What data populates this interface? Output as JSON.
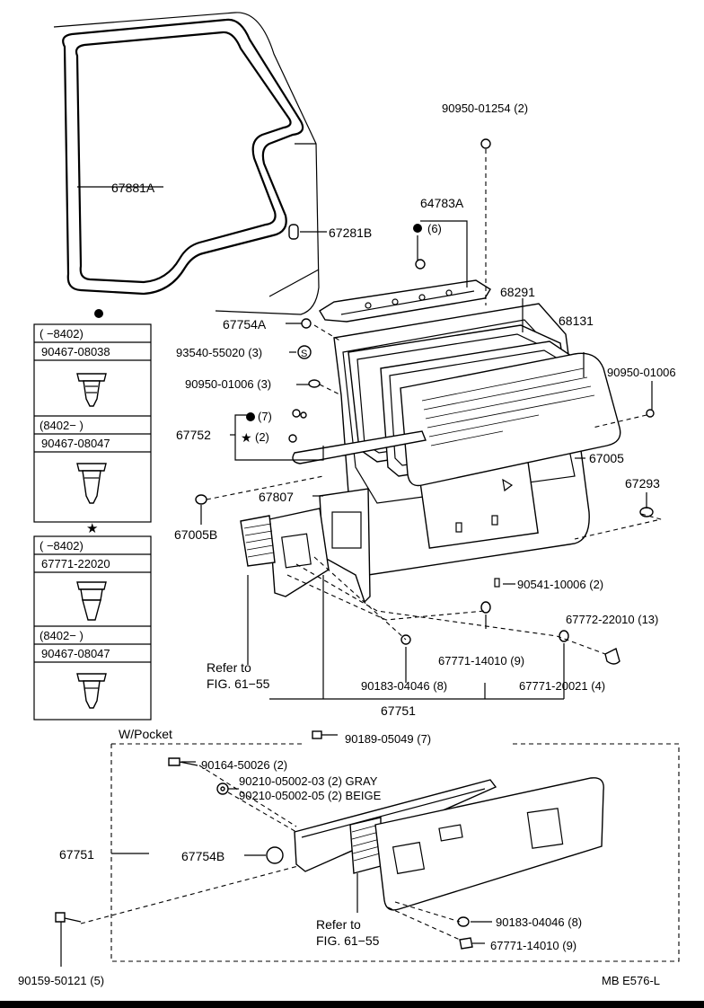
{
  "parts": {
    "p67881a": "67881A",
    "p67281b": "67281B",
    "p90950_01254": "90950-01254 (2)",
    "p64783a": "64783A",
    "p64783a_qty": "(6)",
    "p68291": "68291",
    "p68131": "68131",
    "p67754a": "67754A",
    "p93540": "93540-55020 (3)",
    "p90950_01006_l": "90950-01006 (3)",
    "p90950_01006_r": "90950-01006",
    "p67752": "67752",
    "p67752_q1": "(7)",
    "p67752_q2": "(2)",
    "p67005": "67005",
    "p67293": "67293",
    "p67807": "67807",
    "p67005b": "67005B",
    "p90541": "90541-10006 (2)",
    "p67772": "67772-22010 (13)",
    "p67771_14010": "67771-14010 (9)",
    "p90183": "90183-04046 (8)",
    "p67771_20021": "67771-20021 (4)",
    "p67751": "67751",
    "refer1a": "Refer to",
    "refer1b": "FIG. 61−55",
    "wpocket": "W/Pocket",
    "p90189": "90189-05049 (7)",
    "p90164": "90164-50026 (2)",
    "p90210_03": "90210-05002-03 (2) GRAY",
    "p90210_05": "90210-05002-05 (2) BEIGE",
    "p67751_b": "67751",
    "p67754b": "67754B",
    "refer2a": "Refer to",
    "refer2b": "FIG. 61−55",
    "p90183_b": "90183-04046 (8)",
    "p67771_14010_b": "67771-14010 (9)",
    "p90159": "90159-50121 (5)",
    "s_symbol": "S",
    "drawing_code": "MB E576-L"
  },
  "legend_dot": {
    "range1": "(        −8402)",
    "part1": "90467-08038",
    "range2": "(8402−          )",
    "part2": "90467-08047"
  },
  "legend_star": {
    "star": "★",
    "range1": "(        −8402)",
    "part1": "67771-22020",
    "range2": "(8402−          )",
    "part2": "90467-08047"
  },
  "symbols": {
    "star": "★"
  }
}
